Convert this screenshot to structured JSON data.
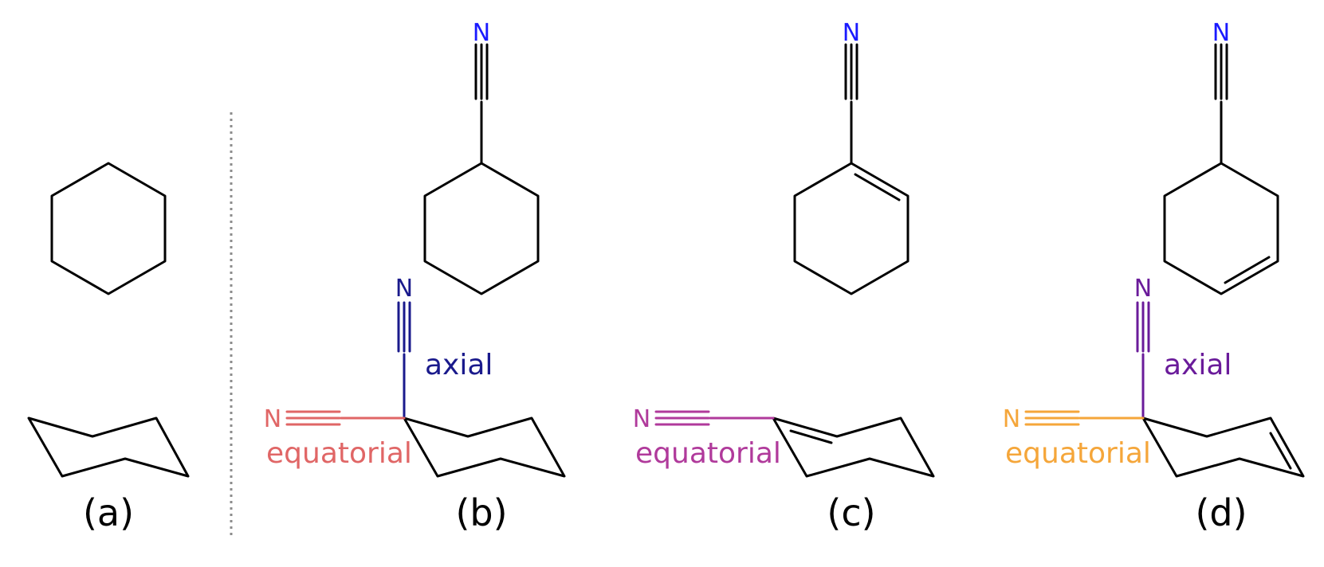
{
  "panels": {
    "a": {
      "label": "(a)"
    },
    "b": {
      "label": "(b)",
      "top_atom": "N",
      "axial_atom": "N",
      "axial_text": "axial",
      "equatorial_atom": "N",
      "equatorial_text": "equatorial"
    },
    "c": {
      "label": "(c)",
      "top_atom": "N",
      "equatorial_atom": "N",
      "equatorial_text": "equatorial"
    },
    "d": {
      "label": "(d)",
      "top_atom": "N",
      "axial_atom": "N",
      "axial_text": "axial",
      "equatorial_atom": "N",
      "equatorial_text": "equatorial"
    }
  },
  "colors": {
    "bond": "#000000",
    "top_nitrogen": "#1a1aff",
    "b_axial": "#1a1a8c",
    "b_equatorial": "#e06666",
    "c_equatorial": "#b03a9b",
    "d_axial": "#6a1b9a",
    "d_equatorial": "#f5a63a",
    "separator": "#8c8c8c"
  }
}
